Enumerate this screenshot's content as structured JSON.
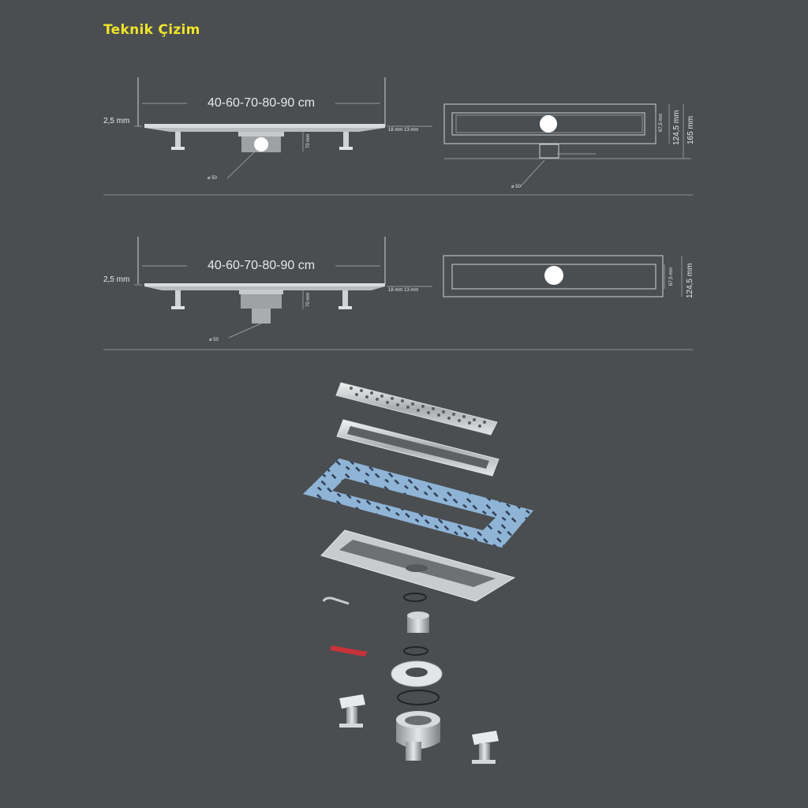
{
  "page": {
    "title": "Teknik Çizim"
  },
  "drawing1": {
    "length_label": "40-60-70-80-90 cm",
    "height_label": "2,5 mm",
    "side_label": "18 mm  13 mm",
    "outlet_height_label": "70 mm",
    "diameter_label": "⌀ 50",
    "plan_inner_label": "67,5 mm",
    "plan_width_label": "124,5 mm",
    "plan_total_label": "165 mm",
    "plan_diameter_label": "⌀ 50"
  },
  "drawing2": {
    "length_label": "40-60-70-80-90 cm",
    "height_label": "2,5 mm",
    "side_label": "18 mm  13 mm",
    "outlet_height_label": "70 mm",
    "diameter_label": "⌀ 50",
    "plan_inner_label": "67,5 mm",
    "plan_width_label": "124,5 mm"
  },
  "colors": {
    "background": "#4a4e51",
    "title": "#f0e32a",
    "membrane": "#8fb4d6"
  }
}
